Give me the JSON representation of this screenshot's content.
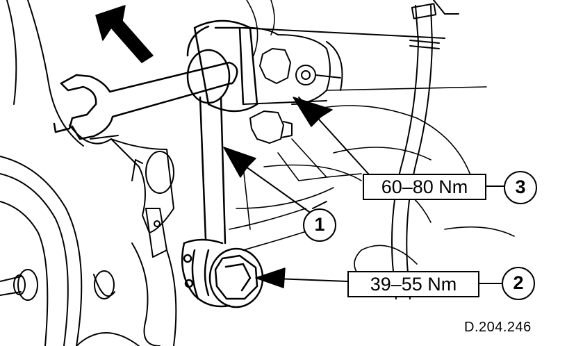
{
  "labels": {
    "torque_1": "60–80 Nm",
    "torque_2": "39–55 Nm",
    "callout_1": "1",
    "callout_2": "2",
    "callout_3": "3",
    "reference": "D.204.246"
  },
  "colors": {
    "ink": "#000000",
    "paper": "#ffffff"
  }
}
